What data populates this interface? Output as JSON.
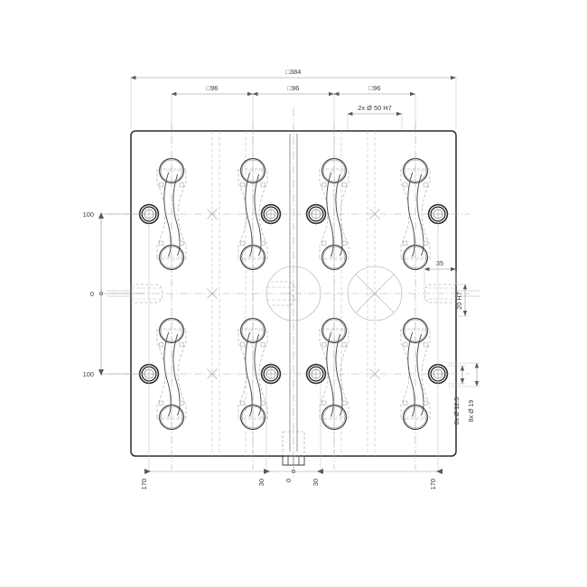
{
  "drawing": {
    "type": "engineering-drawing",
    "view": "top-plan-view",
    "subject": "connecting-rod forging die plate",
    "background_color": "#ffffff",
    "line_color": "#2b2b2b",
    "thin_line_color": "#8c8c8c",
    "center_line_color": "#a9a9a9",
    "hidden_line_color": "#9a9a9a",
    "dim_text_color": "#3a3a3a"
  },
  "dimensions": {
    "top": {
      "overall": "□384",
      "pitch": [
        "□96",
        "□96",
        "□96"
      ],
      "bore_note": "2x Ø 50 H7"
    },
    "left_ordinates": [
      "100",
      "0",
      "100"
    ],
    "right": {
      "edge_slot_width": "35",
      "slot_depth": "20 H7",
      "hole_note_1": "8x Ø 12.5",
      "hole_note_2": "8x Ø 19"
    },
    "bottom_ordinates": [
      "170",
      "30",
      "0",
      "30",
      "170"
    ]
  },
  "plate": {
    "label": "die-plate-outline",
    "corner_radius": "small",
    "cavity_count": 8,
    "cavity_rows": 2,
    "cavity_columns": 4,
    "bushing_count": 8,
    "center_bore_count": 2
  }
}
